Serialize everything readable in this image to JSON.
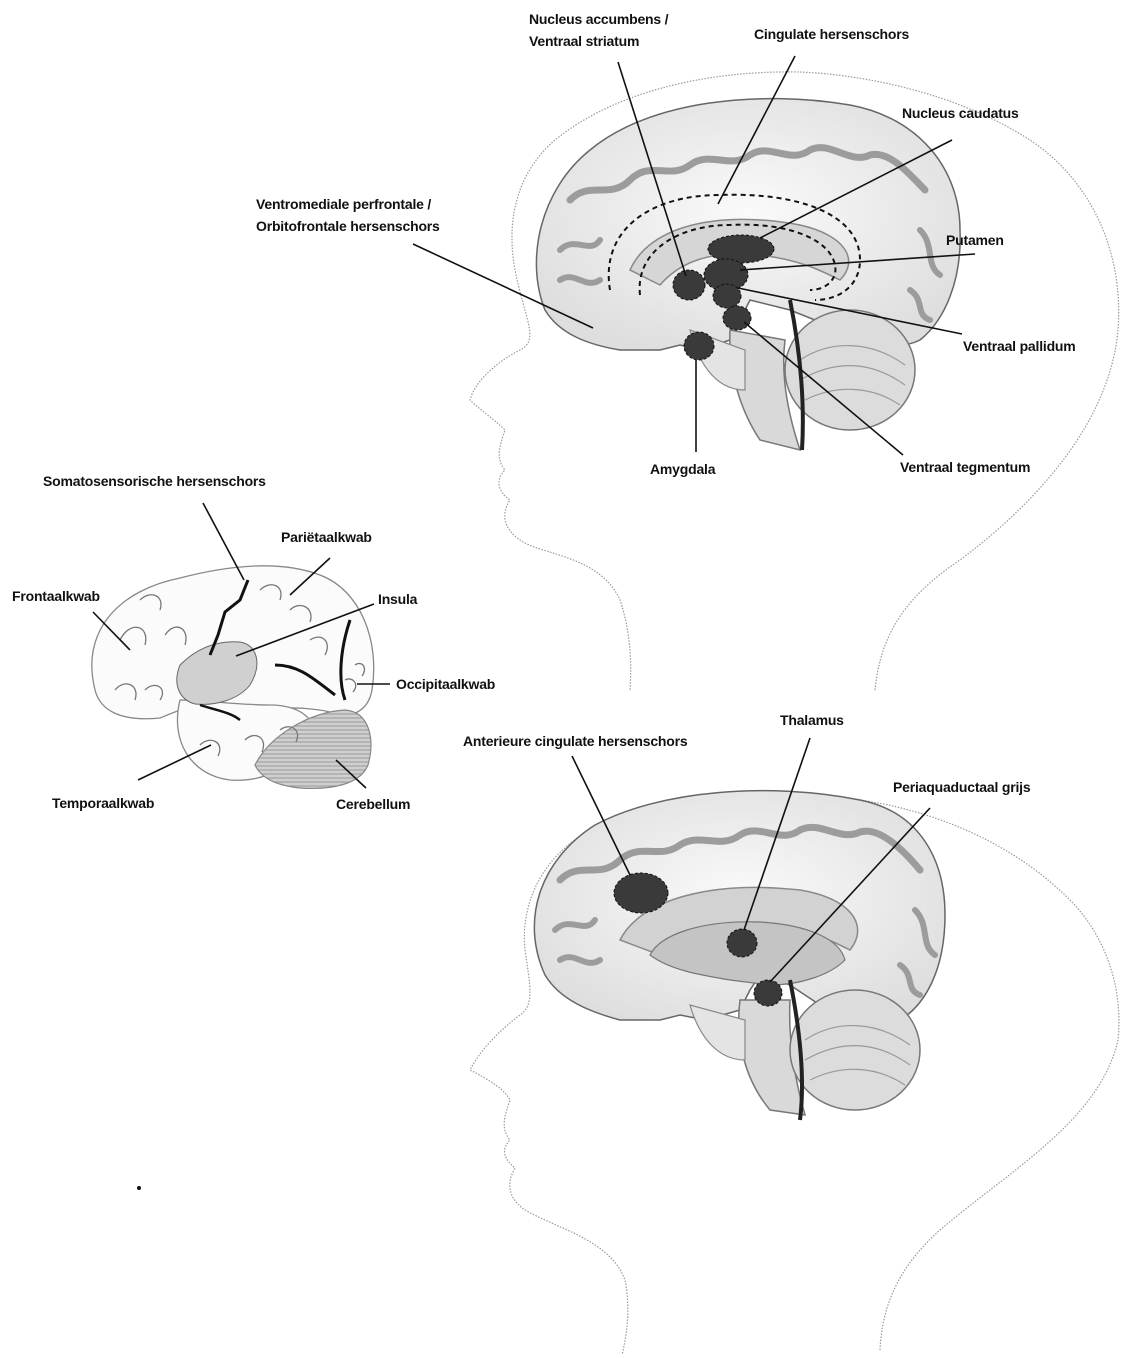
{
  "diagram_1": {
    "labels": {
      "nucleus_accumbens_line1": "Nucleus accumbens /",
      "nucleus_accumbens_line2": "Ventraal striatum",
      "cingulate": "Cingulate hersenschors",
      "nucleus_caudatus": "Nucleus caudatus",
      "vmpfc_line1": "Ventromediale perfrontale /",
      "vmpfc_line2": "Orbitofrontale hersenschors",
      "putamen": "Putamen",
      "ventraal_pallidum": "Ventraal pallidum",
      "amygdala": "Amygdala",
      "ventraal_tegmentum": "Ventraal tegmentum"
    }
  },
  "diagram_2": {
    "labels": {
      "somatosensorisch": "Somatosensorische hersenschors",
      "parietaalkwab": "Pariëtaalkwab",
      "frontaalkwab": "Frontaalkwab",
      "insula": "Insula",
      "occipitaalkwab": "Occipitaalkwab",
      "temporaalkwab": "Temporaalkwab",
      "cerebellum": "Cerebellum"
    }
  },
  "diagram_3": {
    "labels": {
      "thalamus": "Thalamus",
      "acc": "Anterieure cingulate hersenschors",
      "pag": "Periaquaductaal grijs"
    }
  },
  "colors": {
    "region_fill": "#3a3a3a",
    "brain_fill": "#f0f0f0",
    "outline": "#555555",
    "leader_line": "#111111"
  }
}
